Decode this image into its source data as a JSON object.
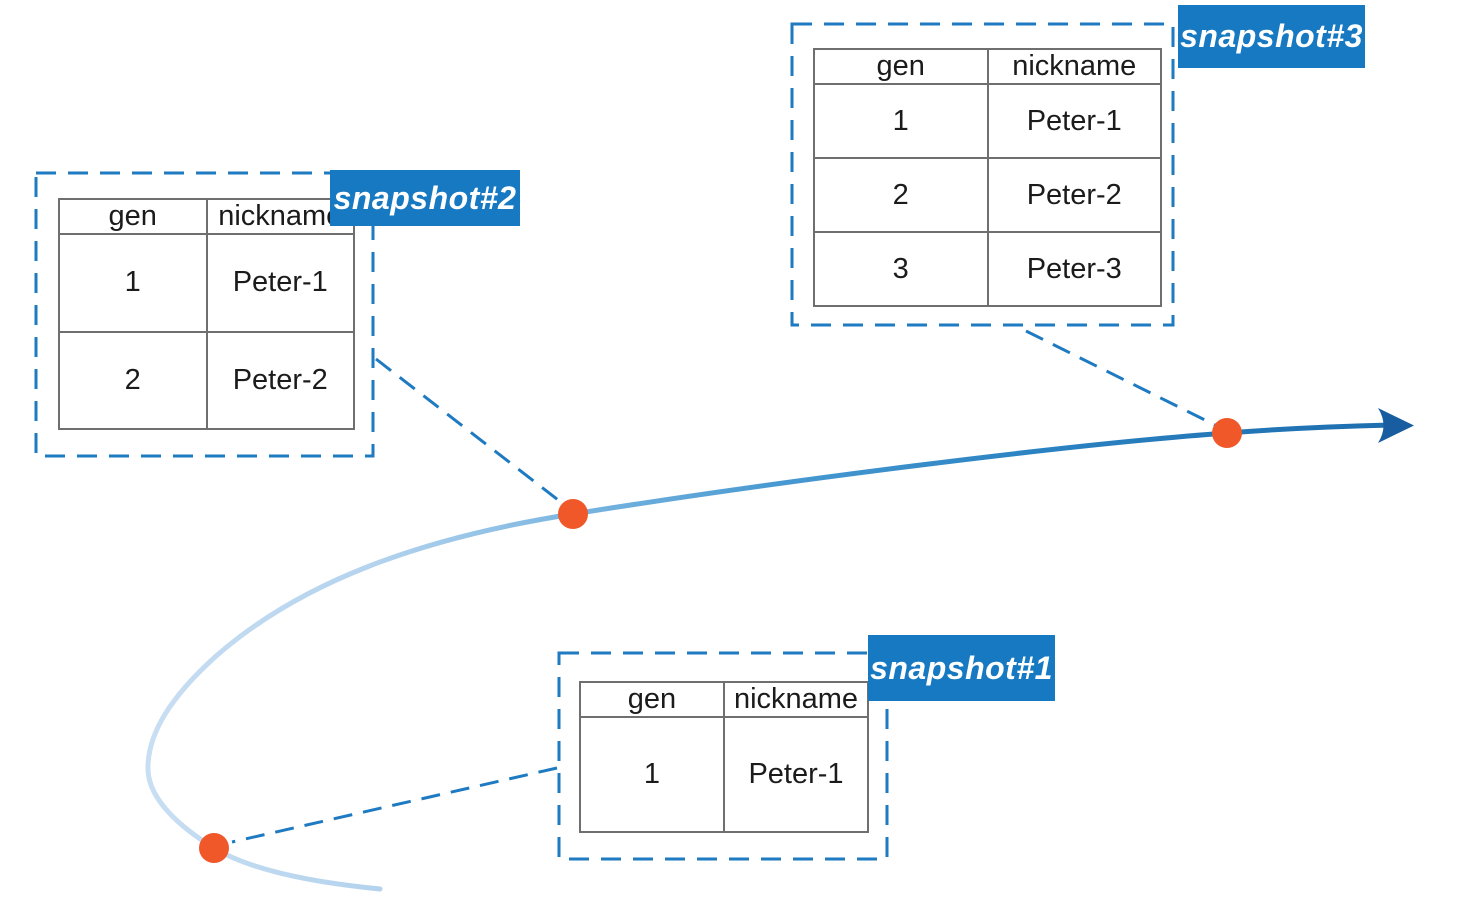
{
  "snapshots": [
    {
      "label": "snapshot#1",
      "headers": [
        "gen",
        "nickname"
      ],
      "rows": [
        [
          "1",
          "Peter-1"
        ]
      ]
    },
    {
      "label": "snapshot#2",
      "headers": [
        "gen",
        "nickname"
      ],
      "rows": [
        [
          "1",
          "Peter-1"
        ],
        [
          "2",
          "Peter-2"
        ]
      ]
    },
    {
      "label": "snapshot#3",
      "headers": [
        "gen",
        "nickname"
      ],
      "rows": [
        [
          "1",
          "Peter-1"
        ],
        [
          "2",
          "Peter-2"
        ],
        [
          "3",
          "Peter-3"
        ]
      ]
    }
  ],
  "colors": {
    "label_background": "#1779c1",
    "label_text": "#ffffff",
    "dashed_line": "#1e7ac1",
    "table_border": "#6f6f6f",
    "table_text": "#1b1b1b",
    "timeline_point": "#f0582a",
    "arrowhead": "#175d9f",
    "timeline_gradient": [
      "#c8def2",
      "#b4d3ee",
      "#79b5e0",
      "#4899d1",
      "#2b83c2",
      "#1d6dae"
    ]
  }
}
